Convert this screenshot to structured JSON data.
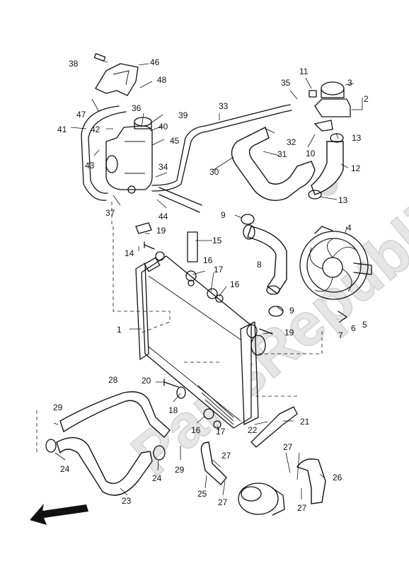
{
  "watermark": "PartsRepublik",
  "callouts": [
    "1",
    "2",
    "3",
    "4",
    "5",
    "6",
    "7",
    "8",
    "9",
    "9",
    "10",
    "11",
    "12",
    "13",
    "13",
    "14",
    "15",
    "16",
    "16",
    "16",
    "17",
    "17",
    "18",
    "19",
    "19",
    "20",
    "21",
    "22",
    "23",
    "24",
    "24",
    "25",
    "26",
    "27",
    "27",
    "27",
    "27",
    "28",
    "29",
    "29",
    "30",
    "31",
    "32",
    "33",
    "34",
    "35",
    "36",
    "37",
    "38",
    "39",
    "40",
    "41",
    "42",
    "43",
    "44",
    "45",
    "46",
    "47",
    "48"
  ],
  "icons": {
    "direction": "front-direction-arrow-icon",
    "gear": "gear-watermark-icon"
  }
}
